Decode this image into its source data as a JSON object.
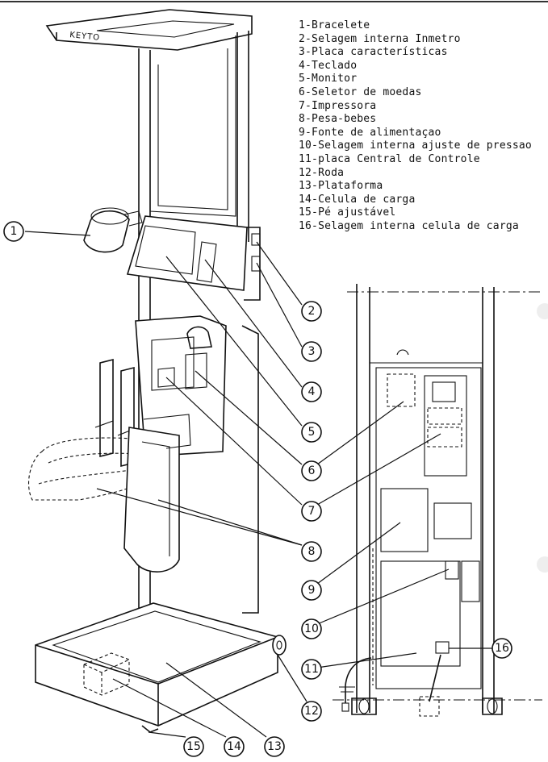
{
  "brand_label": "KEYTO",
  "legend": [
    "1-Bracelete",
    "2-Selagem interna Inmetro",
    "3-Placa características",
    "4-Teclado",
    "5-Monitor",
    "6-Seletor de moedas",
    "7-Impressora",
    "8-Pesa-bebes",
    "9-Fonte de alimentaçao",
    "10-Selagem interna ajuste de pressao",
    "11-placa Central de Controle",
    "12-Roda",
    "13-Plataforma",
    "14-Celula de carga",
    "15-Pé ajustável",
    "16-Selagem interna celula de carga"
  ],
  "callouts": [
    "1",
    "2",
    "3",
    "4",
    "5",
    "6",
    "7",
    "8",
    "9",
    "10",
    "11",
    "12",
    "13",
    "14",
    "15",
    "16"
  ]
}
